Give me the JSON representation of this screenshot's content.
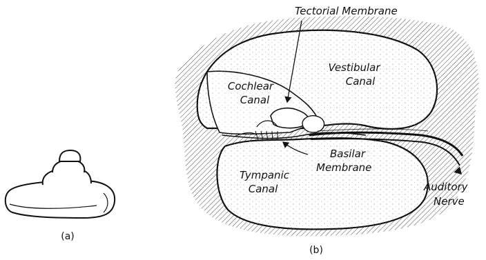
{
  "labels": {
    "tectorial_membrane": "Tectorial Membrane",
    "vestibular_canal_1": "Vestibular",
    "vestibular_canal_2": "Canal",
    "cochlear_canal_1": "Cochlear",
    "cochlear_canal_2": "Canal",
    "basilar_membrane_1": "Basilar",
    "basilar_membrane_2": "Membrane",
    "tympanic_canal_1": "Tympanic",
    "tympanic_canal_2": "Canal",
    "auditory_nerve_1": "Auditory",
    "auditory_nerve_2": "Nerve"
  },
  "captions": {
    "a": "(a)",
    "b": "(b)"
  }
}
